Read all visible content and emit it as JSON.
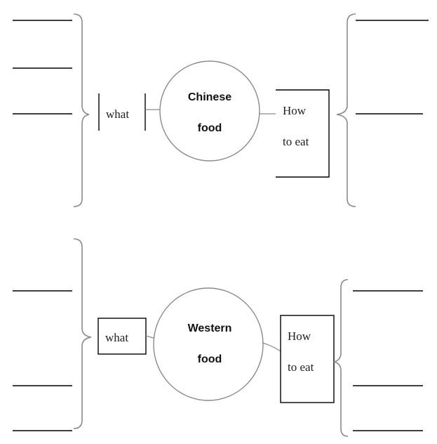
{
  "diagram_1": {
    "center_line1": "Chinese",
    "center_line2": "food",
    "left_label": "what",
    "right_label_line1": "How",
    "right_label_line2": "to eat"
  },
  "diagram_2": {
    "center_line1": "Western",
    "center_line2": "food",
    "left_label": "what",
    "right_label_line1": "How",
    "right_label_line2": "to eat"
  }
}
